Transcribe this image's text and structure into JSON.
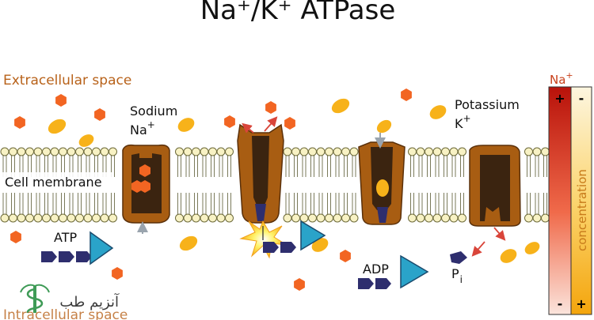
{
  "title": "Na⁺/K⁺ ATPase",
  "labels": {
    "extracellular": "Extracellular space",
    "membrane": "Cell membrane",
    "sodium": "Sodium",
    "sodium_symbol": "Na",
    "potassium": "Potassium",
    "potassium_symbol": "K",
    "atp": "ATP",
    "adp": "ADP",
    "pi": "P",
    "pi_sub": "i",
    "intracellular_partial": "Intracellular space"
  },
  "concentration_bar": {
    "ion_label": "Na",
    "axis_label": "concentration",
    "left_top_sign": "+",
    "left_bottom_sign": "-",
    "right_top_sign": "-",
    "right_bottom_sign": "+"
  },
  "colors": {
    "sodium_ion": "#f26522",
    "potassium_ion": "#f7b21a",
    "pump_body": "#a85d12",
    "pump_inner": "#3b2410",
    "phosphate": "#2e2e6e",
    "adp_triangle": "#2aa3c9",
    "membrane_head": "#f8f2c4"
  },
  "watermark": "آنزیم طب"
}
